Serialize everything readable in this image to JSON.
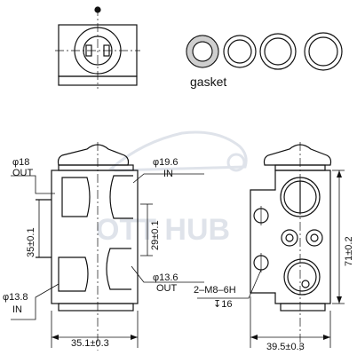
{
  "gasket_label": "gasket",
  "watermark": "OTT HUB",
  "left_view": {
    "port_tl_dia": "φ18",
    "port_tl_dir": "OUT",
    "port_tr_dia": "φ19.6",
    "port_tr_dir": "IN",
    "port_bl_dia": "φ13.8",
    "port_bl_dir": "IN",
    "port_br_dia": "φ13.6",
    "port_br_dir": "OUT",
    "dim_left": "35±0.1",
    "dim_right": "29±0.1",
    "dim_bottom": "35.1±0.3"
  },
  "right_view": {
    "thread_note": "2–M8–6H",
    "thread_depth": "↧16",
    "dim_height": "71±0.2",
    "dim_width": "39.5±0.3"
  },
  "colors": {
    "line": "#111111",
    "watermark": "#dfe3ea"
  }
}
